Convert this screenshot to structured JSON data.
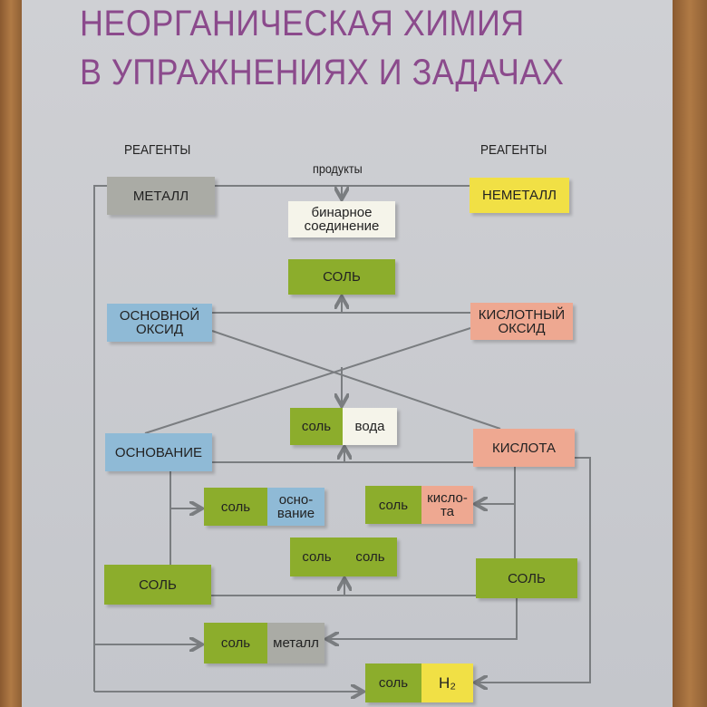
{
  "title": {
    "line1": "НЕОРГАНИЧЕСКАЯ ХИМИЯ",
    "line2": "В УПРАЖНЕНИЯХ И ЗАДАЧАХ"
  },
  "labels": {
    "reagents_left": "РЕАГЕНТЫ",
    "reagents_right": "РЕАГЕНТЫ",
    "products": "продукты"
  },
  "boxes": {
    "metal": "МЕТАЛЛ",
    "nonmetal": "НЕМЕТАЛЛ",
    "binary": "бинарное соединение",
    "salt1": "СОЛЬ",
    "basic_oxide": "ОСНОВНОЙ ОКСИД",
    "acid_oxide": "КИСЛОТНЫЙ ОКСИД",
    "base": "ОСНОВАНИЕ",
    "acid": "КИСЛОТА",
    "salt_left": "СОЛЬ",
    "salt_right": "СОЛЬ"
  },
  "products": {
    "salt_water": [
      "соль",
      "вода"
    ],
    "salt_base": [
      "соль",
      "осно-вание"
    ],
    "salt_acid": [
      "соль",
      "кисло-та"
    ],
    "salt_salt": [
      "соль",
      "соль"
    ],
    "salt_metal": [
      "соль",
      "металл"
    ],
    "salt_h2": [
      "соль",
      "H₂"
    ]
  },
  "colors": {
    "title": "#8b4a8c",
    "salt": "#8cad2c",
    "base": "#8fbad6",
    "acid": "#eea891",
    "nonmetal": "#f1e045",
    "metal": "#aaaba5"
  }
}
